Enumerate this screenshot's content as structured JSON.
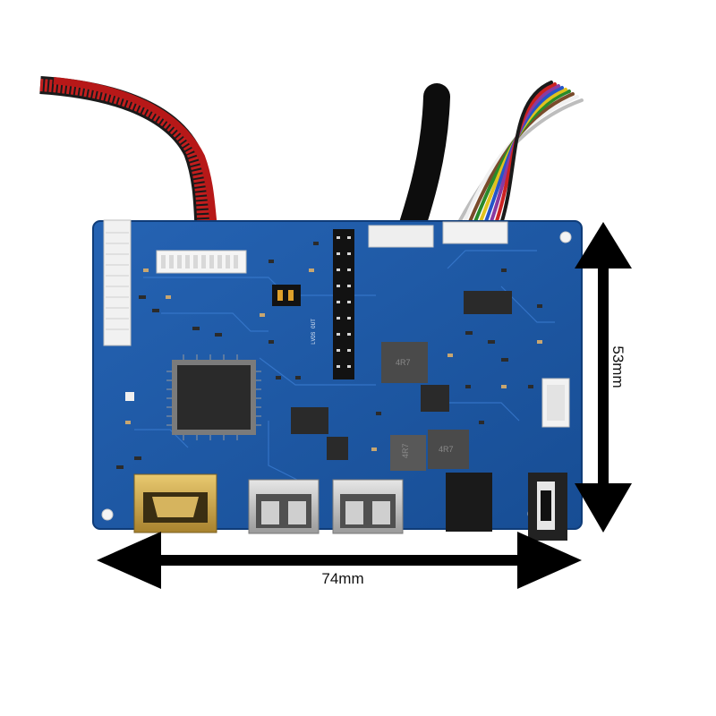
{
  "dimensions": {
    "width_label": "74mm",
    "height_label": "53mm"
  },
  "board": {
    "silkscreen_lvds": "LVDS OUT"
  },
  "inductors": {
    "label_a": "4R7",
    "label_b": "4R7",
    "label_c": "4R7"
  },
  "colors": {
    "pcb": "#1e5aa8",
    "pcb_dark": "#164a8f",
    "arrow": "#000000",
    "metal": "#c9c9c9"
  }
}
